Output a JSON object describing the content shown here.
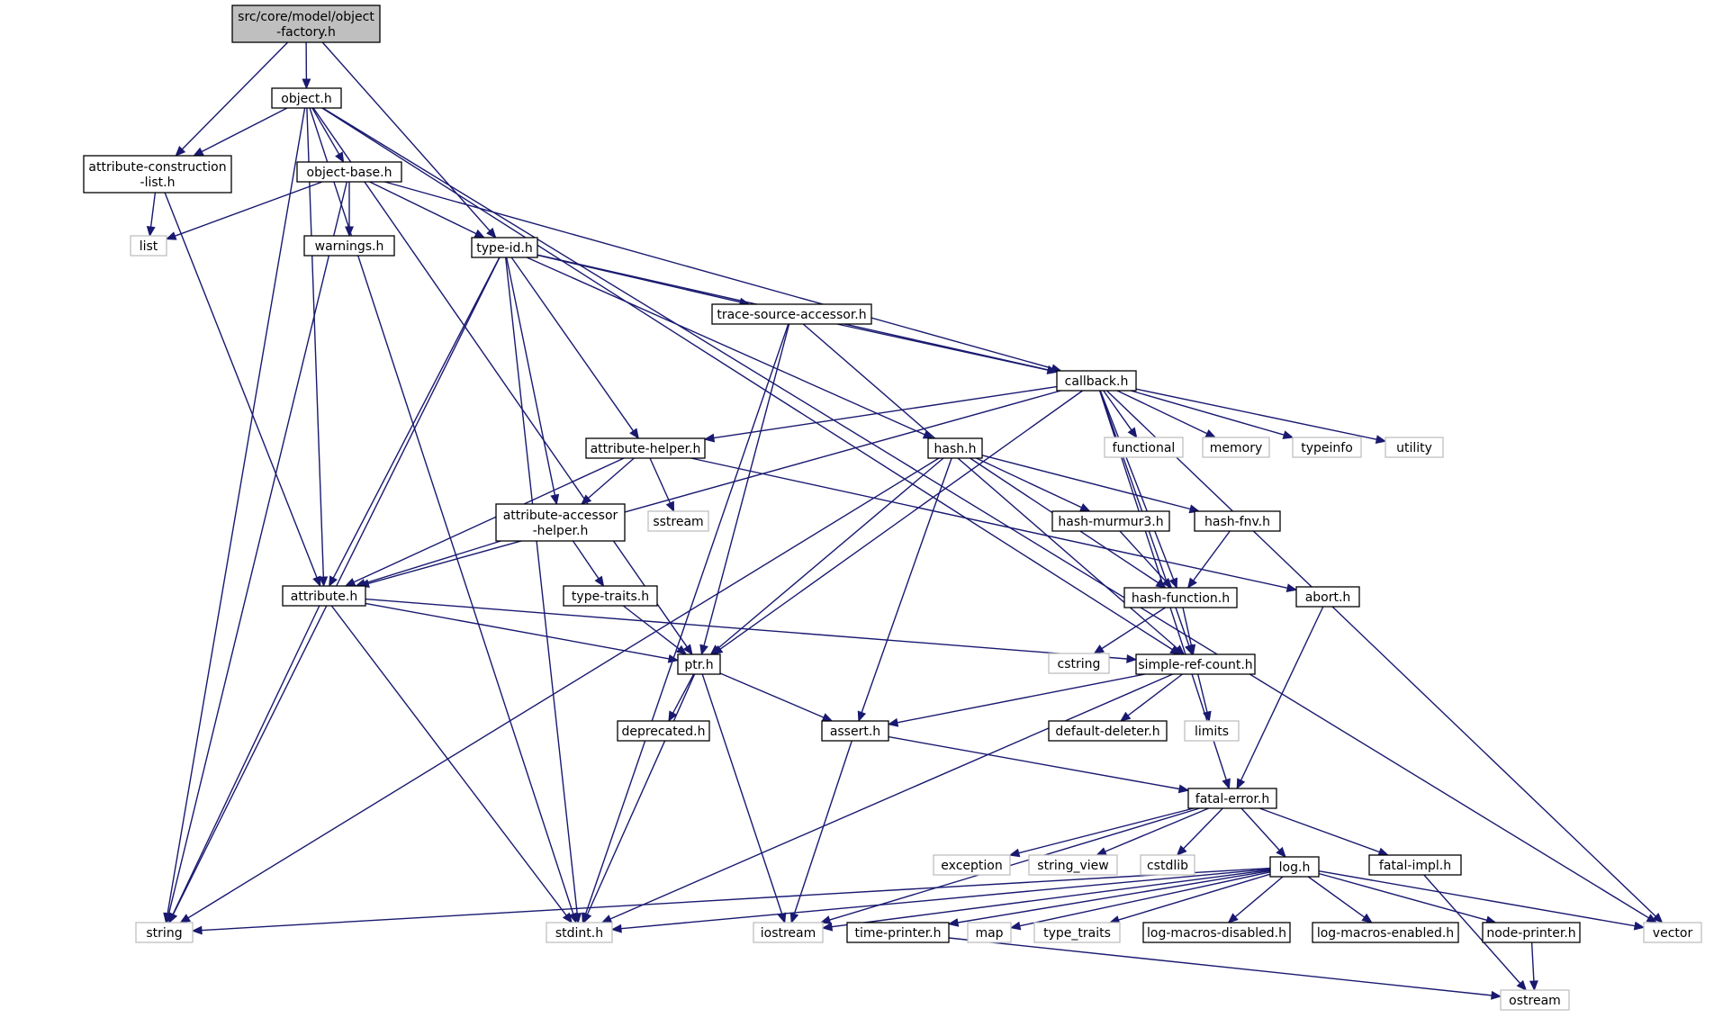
{
  "colors": {
    "edge": "#191970",
    "root_fill": "#bfbfbf",
    "node_border": "#000000",
    "external_border": "#bfbfbf",
    "text": "#000000",
    "background": "#ffffff"
  },
  "nodes": [
    {
      "id": "root",
      "kind": "root",
      "lines": [
        "src/core/model/object",
        "-factory.h"
      ]
    },
    {
      "id": "object",
      "kind": "header",
      "lines": [
        "object.h"
      ]
    },
    {
      "id": "acl",
      "kind": "header",
      "lines": [
        "attribute-construction",
        "-list.h"
      ]
    },
    {
      "id": "objbase",
      "kind": "header",
      "lines": [
        "object-base.h"
      ]
    },
    {
      "id": "list",
      "kind": "external",
      "lines": [
        "list"
      ]
    },
    {
      "id": "warnings",
      "kind": "header",
      "lines": [
        "warnings.h"
      ]
    },
    {
      "id": "typeid",
      "kind": "header",
      "lines": [
        "type-id.h"
      ]
    },
    {
      "id": "tsa",
      "kind": "header",
      "lines": [
        "trace-source-accessor.h"
      ]
    },
    {
      "id": "callback",
      "kind": "header",
      "lines": [
        "callback.h"
      ]
    },
    {
      "id": "functional",
      "kind": "external",
      "lines": [
        "functional"
      ]
    },
    {
      "id": "memory",
      "kind": "external",
      "lines": [
        "memory"
      ]
    },
    {
      "id": "typeinfo",
      "kind": "external",
      "lines": [
        "typeinfo"
      ]
    },
    {
      "id": "utility",
      "kind": "external",
      "lines": [
        "utility"
      ]
    },
    {
      "id": "ahelper",
      "kind": "header",
      "lines": [
        "attribute-helper.h"
      ]
    },
    {
      "id": "hash",
      "kind": "header",
      "lines": [
        "hash.h"
      ]
    },
    {
      "id": "sstream",
      "kind": "external",
      "lines": [
        "sstream"
      ]
    },
    {
      "id": "aaccessor",
      "kind": "header",
      "lines": [
        "attribute-accessor",
        "-helper.h"
      ]
    },
    {
      "id": "murmur",
      "kind": "header",
      "lines": [
        "hash-murmur3.h"
      ]
    },
    {
      "id": "fnv",
      "kind": "header",
      "lines": [
        "hash-fnv.h"
      ]
    },
    {
      "id": "attribute",
      "kind": "header",
      "lines": [
        "attribute.h"
      ]
    },
    {
      "id": "typetraits",
      "kind": "header",
      "lines": [
        "type-traits.h"
      ]
    },
    {
      "id": "hashfn",
      "kind": "header",
      "lines": [
        "hash-function.h"
      ]
    },
    {
      "id": "abort",
      "kind": "header",
      "lines": [
        "abort.h"
      ]
    },
    {
      "id": "ptr",
      "kind": "header",
      "lines": [
        "ptr.h"
      ]
    },
    {
      "id": "cstring",
      "kind": "external",
      "lines": [
        "cstring"
      ]
    },
    {
      "id": "src",
      "kind": "header",
      "lines": [
        "simple-ref-count.h"
      ]
    },
    {
      "id": "deprecated",
      "kind": "header",
      "lines": [
        "deprecated.h"
      ]
    },
    {
      "id": "assert",
      "kind": "header",
      "lines": [
        "assert.h"
      ]
    },
    {
      "id": "defdel",
      "kind": "header",
      "lines": [
        "default-deleter.h"
      ]
    },
    {
      "id": "limits",
      "kind": "external",
      "lines": [
        "limits"
      ]
    },
    {
      "id": "fatal",
      "kind": "header",
      "lines": [
        "fatal-error.h"
      ]
    },
    {
      "id": "exception",
      "kind": "external",
      "lines": [
        "exception"
      ]
    },
    {
      "id": "string_view",
      "kind": "external",
      "lines": [
        "string_view"
      ]
    },
    {
      "id": "cstdlib",
      "kind": "external",
      "lines": [
        "cstdlib"
      ]
    },
    {
      "id": "log",
      "kind": "header",
      "lines": [
        "log.h"
      ]
    },
    {
      "id": "fimpl",
      "kind": "header",
      "lines": [
        "fatal-impl.h"
      ]
    },
    {
      "id": "string",
      "kind": "external",
      "lines": [
        "string"
      ]
    },
    {
      "id": "stdint",
      "kind": "external",
      "lines": [
        "stdint.h"
      ]
    },
    {
      "id": "iostream",
      "kind": "external",
      "lines": [
        "iostream"
      ]
    },
    {
      "id": "timeprinter",
      "kind": "header",
      "lines": [
        "time-printer.h"
      ]
    },
    {
      "id": "map",
      "kind": "external",
      "lines": [
        "map"
      ]
    },
    {
      "id": "type_traits",
      "kind": "external",
      "lines": [
        "type_traits"
      ]
    },
    {
      "id": "lmd",
      "kind": "header",
      "lines": [
        "log-macros-disabled.h"
      ]
    },
    {
      "id": "lme",
      "kind": "header",
      "lines": [
        "log-macros-enabled.h"
      ]
    },
    {
      "id": "nodeprinter",
      "kind": "header",
      "lines": [
        "node-printer.h"
      ]
    },
    {
      "id": "vector",
      "kind": "external",
      "lines": [
        "vector"
      ]
    },
    {
      "id": "ostream",
      "kind": "external",
      "lines": [
        "ostream"
      ]
    }
  ],
  "edges": [
    [
      "root",
      "object"
    ],
    [
      "root",
      "acl"
    ],
    [
      "root",
      "typeid"
    ],
    [
      "object",
      "acl"
    ],
    [
      "object",
      "objbase"
    ],
    [
      "object",
      "attribute"
    ],
    [
      "object",
      "ptr"
    ],
    [
      "object",
      "string"
    ],
    [
      "object",
      "stdint"
    ],
    [
      "object",
      "src"
    ],
    [
      "object",
      "vector"
    ],
    [
      "acl",
      "list"
    ],
    [
      "acl",
      "attribute"
    ],
    [
      "objbase",
      "list"
    ],
    [
      "objbase",
      "warnings"
    ],
    [
      "objbase",
      "typeid"
    ],
    [
      "objbase",
      "callback"
    ],
    [
      "objbase",
      "string"
    ],
    [
      "typeid",
      "tsa"
    ],
    [
      "typeid",
      "callback"
    ],
    [
      "typeid",
      "hash"
    ],
    [
      "typeid",
      "ahelper"
    ],
    [
      "typeid",
      "aaccessor"
    ],
    [
      "typeid",
      "attribute"
    ],
    [
      "typeid",
      "string"
    ],
    [
      "typeid",
      "stdint"
    ],
    [
      "tsa",
      "callback"
    ],
    [
      "tsa",
      "ptr"
    ],
    [
      "tsa",
      "stdint"
    ],
    [
      "tsa",
      "src"
    ],
    [
      "callback",
      "functional"
    ],
    [
      "callback",
      "memory"
    ],
    [
      "callback",
      "typeinfo"
    ],
    [
      "callback",
      "utility"
    ],
    [
      "callback",
      "ahelper"
    ],
    [
      "callback",
      "attribute"
    ],
    [
      "callback",
      "ptr"
    ],
    [
      "callback",
      "src"
    ],
    [
      "callback",
      "fatal"
    ],
    [
      "callback",
      "vector"
    ],
    [
      "callback",
      "hashfn"
    ],
    [
      "ahelper",
      "sstream"
    ],
    [
      "ahelper",
      "aaccessor"
    ],
    [
      "ahelper",
      "attribute"
    ],
    [
      "ahelper",
      "abort"
    ],
    [
      "hash",
      "murmur"
    ],
    [
      "hash",
      "fnv"
    ],
    [
      "hash",
      "hashfn"
    ],
    [
      "hash",
      "ptr"
    ],
    [
      "hash",
      "assert"
    ],
    [
      "hash",
      "string"
    ],
    [
      "aaccessor",
      "attribute"
    ],
    [
      "aaccessor",
      "typetraits"
    ],
    [
      "murmur",
      "hashfn"
    ],
    [
      "fnv",
      "hashfn"
    ],
    [
      "attribute",
      "ptr"
    ],
    [
      "attribute",
      "src"
    ],
    [
      "attribute",
      "string"
    ],
    [
      "attribute",
      "stdint"
    ],
    [
      "typetraits",
      "ptr"
    ],
    [
      "hashfn",
      "cstring"
    ],
    [
      "hashfn",
      "src"
    ],
    [
      "abort",
      "fatal"
    ],
    [
      "ptr",
      "deprecated"
    ],
    [
      "ptr",
      "assert"
    ],
    [
      "ptr",
      "stdint"
    ],
    [
      "ptr",
      "iostream"
    ],
    [
      "src",
      "assert"
    ],
    [
      "src",
      "defdel"
    ],
    [
      "src",
      "limits"
    ],
    [
      "src",
      "stdint"
    ],
    [
      "assert",
      "fatal"
    ],
    [
      "assert",
      "iostream"
    ],
    [
      "fatal",
      "exception"
    ],
    [
      "fatal",
      "string_view"
    ],
    [
      "fatal",
      "cstdlib"
    ],
    [
      "fatal",
      "log"
    ],
    [
      "fatal",
      "fimpl"
    ],
    [
      "fatal",
      "iostream"
    ],
    [
      "fimpl",
      "ostream"
    ],
    [
      "log",
      "string"
    ],
    [
      "log",
      "stdint"
    ],
    [
      "log",
      "iostream"
    ],
    [
      "log",
      "timeprinter"
    ],
    [
      "log",
      "map"
    ],
    [
      "log",
      "type_traits"
    ],
    [
      "log",
      "lmd"
    ],
    [
      "log",
      "lme"
    ],
    [
      "log",
      "nodeprinter"
    ],
    [
      "log",
      "vector"
    ],
    [
      "timeprinter",
      "ostream"
    ],
    [
      "nodeprinter",
      "ostream"
    ]
  ]
}
